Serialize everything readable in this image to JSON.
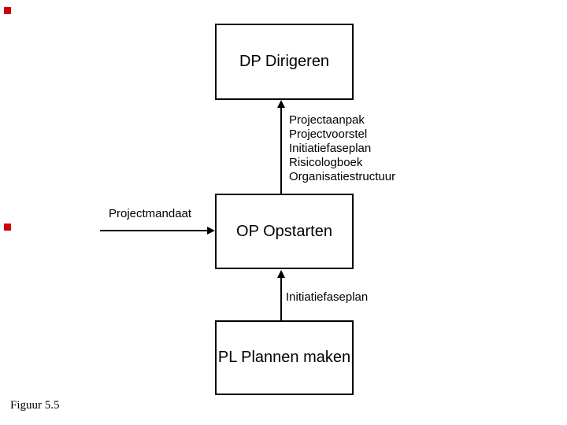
{
  "boxes": {
    "dirigeren": "DP Dirigeren",
    "opstarten": "OP Opstarten",
    "plannen": "PL Plannen maken"
  },
  "products_list": [
    "Projectaanpak",
    "Projectvoorstel",
    "Initiatiefaseplan",
    "Risicologboek",
    "Organisatiestructuur"
  ],
  "labels": {
    "projectmandaat": "Projectmandaat",
    "initiatiefaseplan": "Initiatiefaseplan"
  },
  "caption": "Figuur 5.5",
  "colors": {
    "marker_red": "#cc0000",
    "ink": "#000000",
    "background": "#ffffff"
  }
}
